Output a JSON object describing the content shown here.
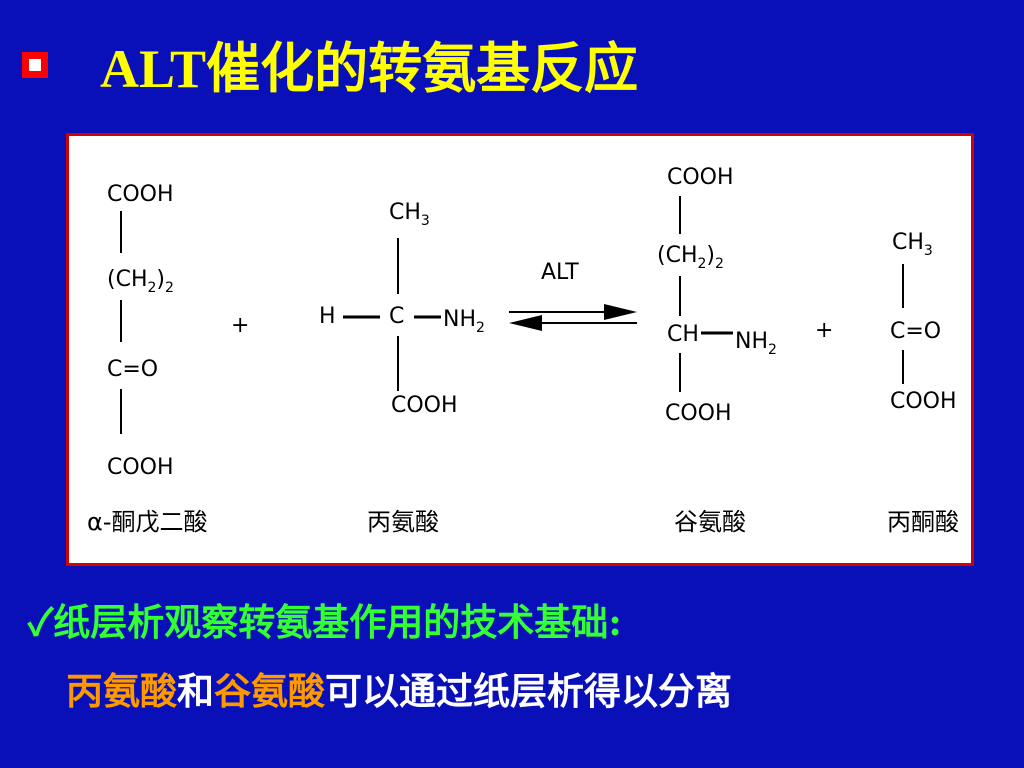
{
  "title": "ALT催化的转氨基反应",
  "reaction": {
    "enzyme_label": "ALT",
    "plus": "+",
    "compounds": [
      {
        "name": "α-酮戊二酸",
        "groups": [
          "COOH",
          "(CH",
          "2",
          ")",
          "2",
          "C=O",
          "COOH"
        ]
      },
      {
        "name": "丙氨酸",
        "groups": [
          "CH",
          "3",
          "H",
          "C",
          "NH",
          "2",
          "COOH"
        ]
      },
      {
        "name": "谷氨酸",
        "groups": [
          "COOH",
          "(CH",
          "2",
          ")",
          "2",
          "CH",
          "NH",
          "2",
          "COOH"
        ]
      },
      {
        "name": "丙酮酸",
        "groups": [
          "CH",
          "3",
          "C=O",
          "COOH"
        ]
      }
    ]
  },
  "notes": {
    "line1_check": "✓",
    "line1": "纸层析观察转氨基作用的技术基础:",
    "line2_part1": "丙氨酸",
    "line2_part2": "和",
    "line2_part3": "谷氨酸",
    "line2_part4": "可以通过纸层析得以分离"
  },
  "colors": {
    "background": "#0a10b8",
    "title": "#ffff00",
    "bullet_border": "#ff0000",
    "panel_border": "#d40000",
    "note_green": "#33ff33",
    "note_orange": "#ff9900",
    "note_white": "#ffffff"
  }
}
